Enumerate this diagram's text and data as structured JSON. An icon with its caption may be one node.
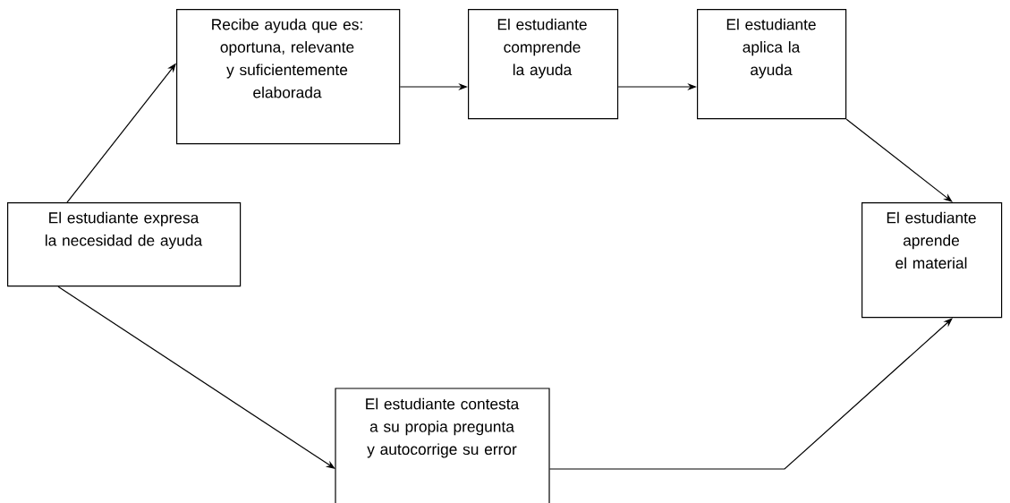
{
  "diagram": {
    "nodes": [
      {
        "text": [
          "El estudiante expresa la necesidad de ayuda"
        ]
      },
      {
        "text": [
          "Recibe ayuda que es: oportuna, relevante y suficientemente elaborada"
        ]
      },
      {
        "text": [
          "El estudiante comprende la ayuda"
        ]
      },
      {
        "text": [
          "El estudiante aplica la ayuda"
        ]
      },
      {
        "text": [
          "El estudiante aprende el material"
        ]
      },
      {
        "text": [
          "El estudiante contesta a su propia pregunta y autocorrige su error"
        ]
      }
    ],
    "edges": [
      {
        "from": 0,
        "to": 1,
        "arrow": "to"
      },
      {
        "from": 1,
        "to": 2,
        "arrow": "to"
      },
      {
        "from": 2,
        "to": 3,
        "arrow": "to"
      },
      {
        "from": 3,
        "to": 4,
        "arrow": "to"
      },
      {
        "from": 0,
        "to": 5,
        "arrow": "to"
      },
      {
        "from": 5,
        "to": 4,
        "arrow": "to"
      }
    ]
  }
}
